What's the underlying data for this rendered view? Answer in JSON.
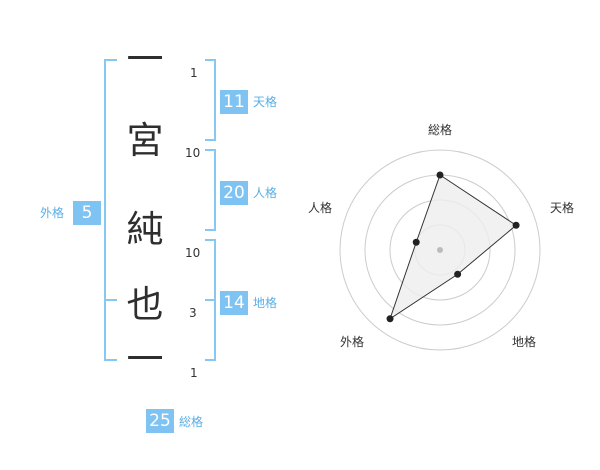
{
  "name_chars": [
    {
      "char": "一",
      "strokes": "1"
    },
    {
      "char": "宮",
      "strokes": "10"
    },
    {
      "char": "純",
      "strokes": "10"
    },
    {
      "char": "也",
      "strokes": "3"
    },
    {
      "char": "一",
      "strokes": "1"
    }
  ],
  "fortunes": {
    "tenkaku": {
      "label": "天格",
      "value": "11"
    },
    "jinkaku": {
      "label": "人格",
      "value": "20"
    },
    "chikaku": {
      "label": "地格",
      "value": "14"
    },
    "gaikaku": {
      "label": "外格",
      "value": "5"
    },
    "soukaku": {
      "label": "総格",
      "value": "25"
    }
  },
  "radar": {
    "labels": [
      "総格",
      "天格",
      "地格",
      "外格",
      "人格"
    ],
    "scores": [
      0.75,
      0.8,
      0.3,
      0.85,
      0.25
    ],
    "rings": 4,
    "colors": {
      "ring": "#cccccc",
      "fill": "#eeeeee",
      "line": "#333333",
      "dot": "#222222",
      "center": "#bbbbbb"
    }
  },
  "colors": {
    "accent": "#7fc3f2",
    "accent_text": "#5aaee5",
    "bracket": "#86c8f2"
  }
}
